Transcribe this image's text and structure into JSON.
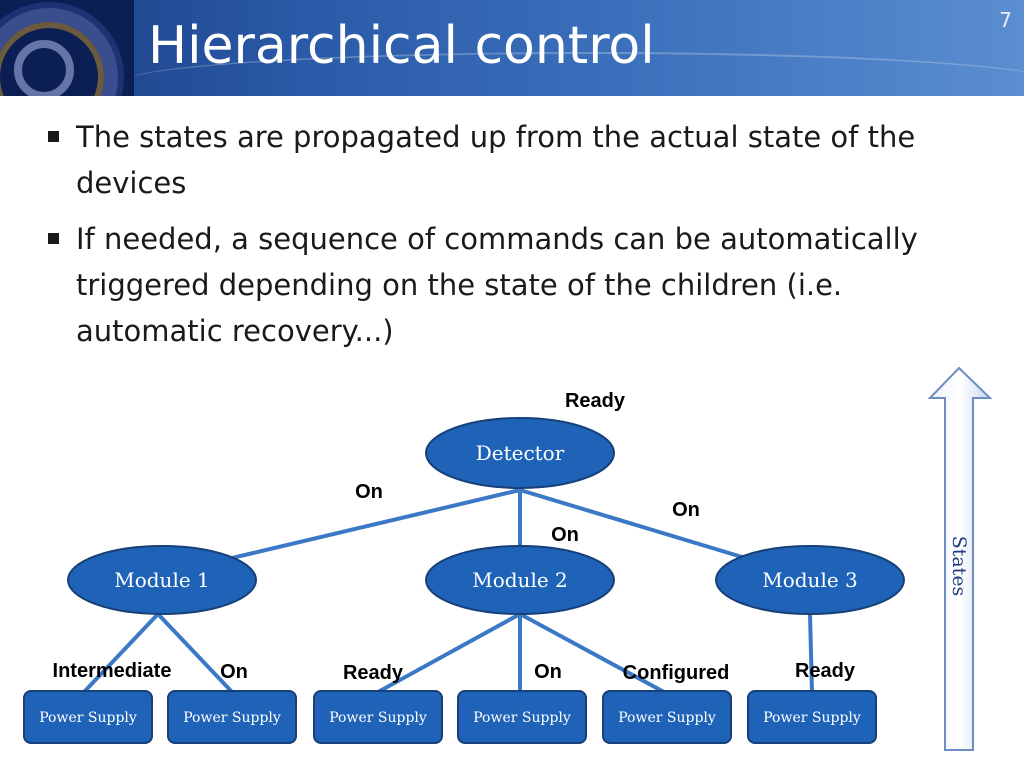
{
  "slide": {
    "title": "Hierarchical control",
    "number": "7"
  },
  "bullets": [
    {
      "text": "The states are propagated up from the actual state of the devices"
    },
    {
      "text": "If needed, a sequence of commands can be automatically triggered depending on the state of the children (i.e. automatic recovery...)"
    }
  ],
  "diagram": {
    "root": {
      "label": "Detector",
      "state": "Ready"
    },
    "modules": [
      {
        "label": "Module 1",
        "state": "On"
      },
      {
        "label": "Module 2",
        "state": "On"
      },
      {
        "label": "Module 3",
        "state": "On"
      }
    ],
    "devices": [
      {
        "label": "Power Supply",
        "state": "Intermediate"
      },
      {
        "label": "Power Supply",
        "state": "On"
      },
      {
        "label": "Power Supply",
        "state": "Ready"
      },
      {
        "label": "Power Supply",
        "state": "On"
      },
      {
        "label": "Power Supply",
        "state": "Configured"
      },
      {
        "label": "Power Supply",
        "state": "Ready"
      }
    ],
    "arrow_label": "States",
    "colors": {
      "node_fill": "#1f63b8",
      "node_stroke": "#173f78",
      "edge": "#3b78c6",
      "arrow_fill": "#dbe6f7",
      "arrow_stroke": "#6e8dc4"
    }
  }
}
